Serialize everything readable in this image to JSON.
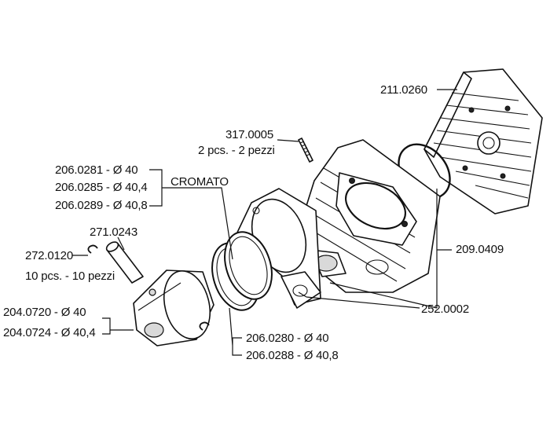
{
  "labels": {
    "head": "211.0260",
    "stud": "317.0005",
    "stud_qty": "2 pcs. - 2 pezzi",
    "ring_chrome_1": "206.0281 - Ø 40",
    "ring_chrome_2": "206.0285 - Ø 40,4",
    "ring_chrome_3": "206.0289 - Ø 40,8",
    "cromato": "CROMATO",
    "pin": "271.0243",
    "clip": "272.0120",
    "clip_qty": "10 pcs. - 10 pezzi",
    "cylinder": "209.0409",
    "gasket": "252.0002",
    "piston_1": "204.0720 - Ø 40",
    "piston_2": "204.0724 - Ø 40,4",
    "ring_1": "206.0280 - Ø 40",
    "ring_2": "206.0288 - Ø 40,8"
  }
}
